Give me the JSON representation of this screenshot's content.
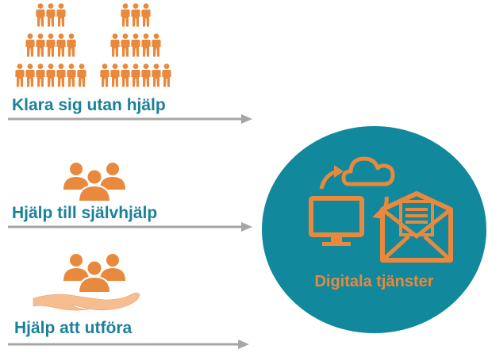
{
  "levels": [
    {
      "label": "Klara sig utan hjälp"
    },
    {
      "label": "Hjälp till självhjälp"
    },
    {
      "label": "Hjälp att utföra"
    }
  ],
  "services": {
    "label": "Digitala tjänster"
  },
  "colors": {
    "text": "#1b8199",
    "accent": "#e8893d",
    "circle": "#11889c",
    "arrow": "#a6a6a6",
    "hand": "#f6bd8f"
  },
  "icons": {
    "crowd": "people-crowd-icon",
    "group": "people-group-icon",
    "hand": "open-hand-icon",
    "computer": "computer-monitor-icon",
    "cloud": "cloud-icon",
    "envelope": "envelope-icon"
  }
}
